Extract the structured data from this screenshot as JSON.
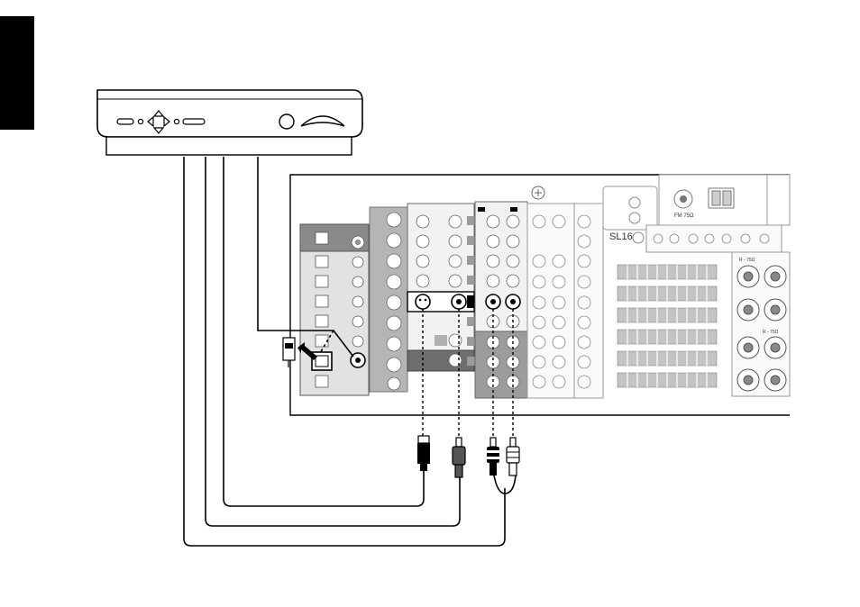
{
  "labels": {
    "antenna_label": "FM 75Ω",
    "panel_mark": "SL16",
    "port_label_left": "R - 75Ω",
    "port_label_right": "R - 75Ω"
  },
  "colors": {
    "line": "#000000",
    "panel_light": "#d6d6d6",
    "panel_mid": "#a8a8a8",
    "panel_dark": "#6e6e6e",
    "background": "#ffffff"
  }
}
